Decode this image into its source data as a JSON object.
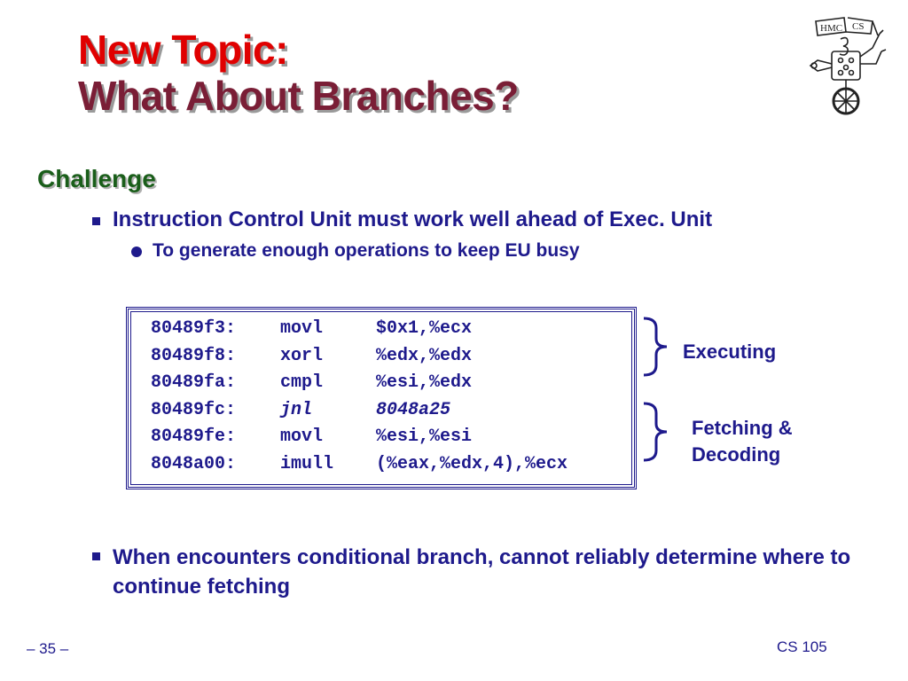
{
  "slide": {
    "title_line1": "New Topic:",
    "title_line2": "What About Branches?",
    "heading": "Challenge",
    "bullet_1": "Instruction Control Unit must work well ahead of Exec. Unit",
    "sub_bullet_1": "To generate enough operations to keep EU busy",
    "bullet_2": "When encounters conditional branch, cannot reliably determine where to continue fetching",
    "footer_page": "– 35 –",
    "footer_course": "CS 105",
    "logo_text": [
      "HMC",
      "CS"
    ]
  },
  "code": [
    {
      "addr": "80489f3:",
      "op": "movl",
      "args": "$0x1,%ecx",
      "italic": false
    },
    {
      "addr": "80489f8:",
      "op": "xorl",
      "args": "%edx,%edx",
      "italic": false
    },
    {
      "addr": "80489fa:",
      "op": "cmpl",
      "args": "%esi,%edx",
      "italic": false
    },
    {
      "addr": "80489fc:",
      "op": "jnl",
      "args": "8048a25",
      "italic": true
    },
    {
      "addr": "80489fe:",
      "op": "movl",
      "args": "%esi,%esi",
      "italic": false
    },
    {
      "addr": "8048a00:",
      "op": "imull",
      "args": "(%eax,%edx,4),%ecx",
      "italic": false
    }
  ],
  "annotations": {
    "executing": "Executing",
    "fetching_line1": "Fetching &",
    "fetching_line2": "Decoding"
  },
  "colors": {
    "title_red": "#e00000",
    "title_maroon": "#7a1e36",
    "heading_green": "#1a5e1a",
    "text_blue": "#1e1a8c"
  }
}
